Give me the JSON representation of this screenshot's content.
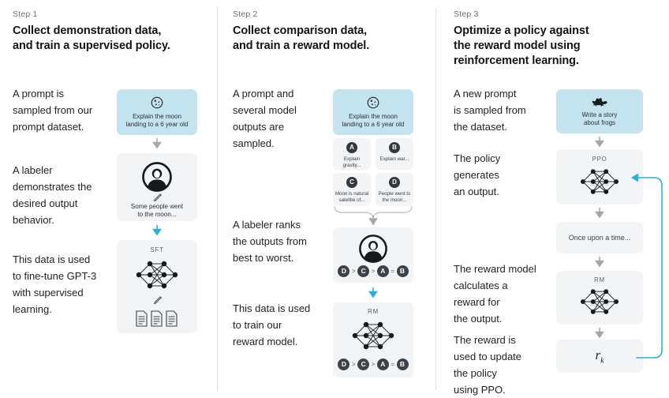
{
  "theme": {
    "background": "#ffffff",
    "card_grey": "#f3f4f5",
    "card_blue": "#c3e3ef",
    "accent_cyan": "#29b0e0",
    "arrow_grey": "#9aa0a6",
    "divider": "#e2e4e7",
    "text_dark": "#16191d",
    "text_muted": "#6a7179"
  },
  "columns": [
    {
      "step_label": "Step 1",
      "title_line1": "Collect demonstration data,",
      "title_line2": "and train a supervised policy.",
      "paragraphs": [
        "A prompt is\nsampled from our\nprompt dataset.",
        "A labeler\ndemonstrates the\ndesired output\nbehavior.",
        "This data is used\nto fine-tune GPT-3\nwith supervised\nlearning."
      ],
      "cards": [
        {
          "name": "prompt-card",
          "kind": "blue",
          "icon": "moon-icon",
          "caption_line1": "Explain the moon",
          "caption_line2": "landing to a 6 year old"
        },
        {
          "name": "labeler-demo-card",
          "kind": "grey",
          "icon": "labeler-person-icon",
          "sub_icon": "pencil-icon",
          "caption_line1": "Some people went",
          "caption_line2": "to the moon..."
        },
        {
          "name": "sft-model-card",
          "kind": "grey",
          "tag": "SFT",
          "icon": "neural-network-icon",
          "sub_icon": "pencil-icon",
          "extra_icon": "documents-icon"
        }
      ]
    },
    {
      "step_label": "Step 2",
      "title_line1": "Collect comparison data,",
      "title_line2": "and train a reward model.",
      "paragraphs": [
        "A prompt and\nseveral model\noutputs are\nsampled.",
        "A labeler ranks\nthe outputs from\nbest to worst.",
        "This data is used\nto train our\nreward model."
      ],
      "cards": [
        {
          "name": "prompt-card",
          "kind": "blue",
          "icon": "moon-icon",
          "caption_line1": "Explain the moon",
          "caption_line2": "landing to a 6 year old"
        },
        {
          "name": "labeler-rank-card",
          "kind": "grey",
          "icon": "labeler-person-icon",
          "ranking": [
            "D",
            "C",
            "A",
            "B"
          ],
          "ranking_ops": [
            ">",
            ">",
            "="
          ]
        },
        {
          "name": "reward-model-card",
          "kind": "grey",
          "tag": "RM",
          "icon": "neural-network-icon",
          "ranking": [
            "D",
            "C",
            "A",
            "B"
          ],
          "ranking_ops": [
            ">",
            ">",
            "="
          ]
        }
      ],
      "outputs": [
        {
          "letter": "A",
          "text": "Explain gravity..."
        },
        {
          "letter": "B",
          "text": "Explain war..."
        },
        {
          "letter": "C",
          "text": "Moon is natural satellite of..."
        },
        {
          "letter": "D",
          "text": "People went to the moon..."
        }
      ]
    },
    {
      "step_label": "Step 3",
      "title_line1": "Optimize a policy against",
      "title_line2": "the reward model using",
      "title_line3": "reinforcement learning.",
      "paragraphs": [
        "A new prompt\nis sampled from\nthe dataset.",
        "The policy\ngenerates\nan output.",
        "The reward model\ncalculates a\nreward for\nthe output.",
        "The reward is\nused to update\nthe policy\nusing PPO."
      ],
      "cards": [
        {
          "name": "new-prompt-card",
          "kind": "blue",
          "icon": "frog-icon",
          "caption_line1": "Write a story",
          "caption_line2": "about frogs"
        },
        {
          "name": "ppo-policy-card",
          "kind": "grey",
          "tag": "PPO",
          "icon": "neural-network-icon"
        },
        {
          "name": "generated-output-card",
          "kind": "grey",
          "text": "Once upon a time..."
        },
        {
          "name": "reward-model-card",
          "kind": "grey",
          "tag": "RM",
          "icon": "neural-network-icon"
        },
        {
          "name": "reward-value-card",
          "kind": "grey",
          "formula_main": "r",
          "formula_sub": "k"
        }
      ]
    }
  ]
}
